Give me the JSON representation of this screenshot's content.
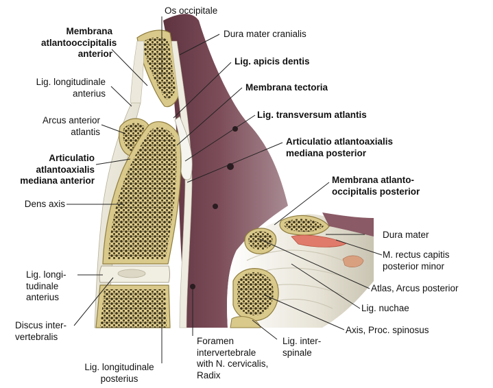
{
  "labels": {
    "os_occipitale": [
      "Os occipitale"
    ],
    "dura_mater_cranialis": [
      "Dura mater cranialis"
    ],
    "membrana_ao_anterior": [
      "Membrana",
      "atlantooccipitalis",
      "anterior"
    ],
    "lig_apicis_dentis": [
      "Lig. apicis dentis"
    ],
    "lig_long_anterius_top": [
      "Lig. longitudinale",
      "anterius"
    ],
    "membrana_tectoria": [
      "Membrana tectoria"
    ],
    "lig_transversum": [
      "Lig. transversum atlantis"
    ],
    "arcus_anterior": [
      "Arcus anterior",
      "atlantis"
    ],
    "art_aa_mediana_posterior": [
      "Articulatio atlantoaxialis",
      "mediana posterior"
    ],
    "art_aa_mediana_anterior": [
      "Articulatio",
      "atlantoaxialis",
      "mediana anterior"
    ],
    "membrana_ao_posterior": [
      "Membrana atlanto-",
      "occipitalis posterior"
    ],
    "dens_axis": [
      "Dens axis"
    ],
    "dura_mater": [
      "Dura mater"
    ],
    "m_rectus": [
      "M. rectus capitis",
      "posterior minor"
    ],
    "lig_long_anterius_bottom": [
      "Lig. longi-",
      "tudinale",
      "anterius"
    ],
    "atlas_arcus_posterior": [
      "Atlas, Arcus posterior"
    ],
    "lig_nuchae": [
      "Lig. nuchae"
    ],
    "discus_intervertebralis": [
      "Discus inter-",
      "vertebralis"
    ],
    "axis_proc_spinosus": [
      "Axis, Proc. spinosus"
    ],
    "foramen_intervertebrale": [
      "Foramen",
      "intervertebrale",
      "with N. cervicalis,",
      "Radix"
    ],
    "lig_interspinale": [
      "Lig. inter-",
      "spinale"
    ],
    "lig_long_posterius": [
      "Lig. longitudinale",
      "posterius"
    ]
  },
  "colors": {
    "dura": "#7a4a55",
    "dura_light": "#a88590",
    "bone_cortex": "#d9c98a",
    "spongiosa": "#4a4226",
    "ligament": "#e9e6d8",
    "muscle": "#e07a6a",
    "leader": "#222222"
  }
}
